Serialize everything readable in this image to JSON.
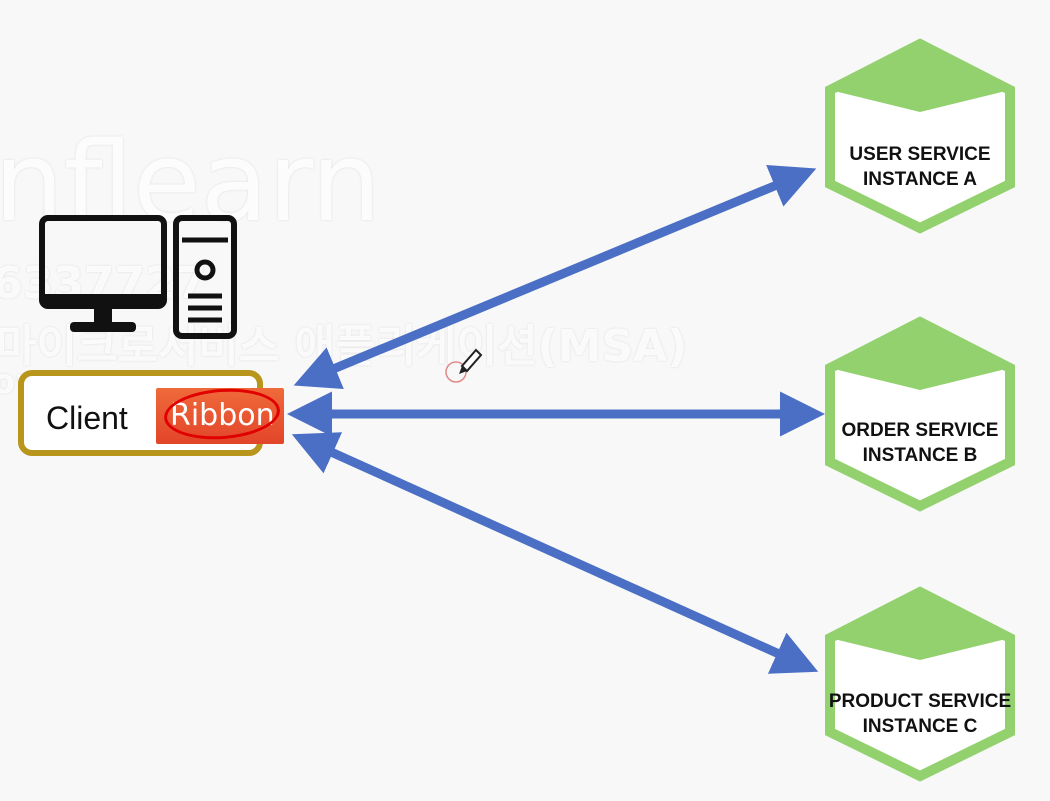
{
  "watermark": {
    "brand": "nflearn",
    "number": "6337727",
    "course": "마이크로서비스 애플리케이션(MSA)",
    "user": "owon"
  },
  "client": {
    "label": "Client",
    "ribbon_label": "Ribbon"
  },
  "services": [
    {
      "line1": "USER SERVICE",
      "line2": "INSTANCE A"
    },
    {
      "line1": "ORDER SERVICE",
      "line2": "INSTANCE B"
    },
    {
      "line1": "PRODUCT SERVICE",
      "line2": "INSTANCE C"
    }
  ],
  "colors": {
    "arrow": "#4a6fc4",
    "hexagon_outline": "#92d16e",
    "client_border": "#b8961c",
    "ribbon_fill": "#e8502e",
    "annotation_circle": "#e00000"
  },
  "icons": [
    "desktop-computer-icon",
    "pencil-cursor-icon"
  ]
}
